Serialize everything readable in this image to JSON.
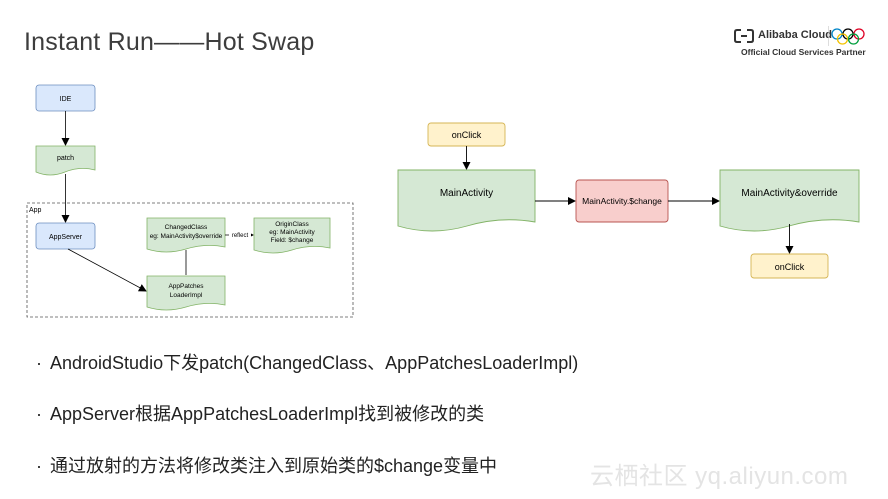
{
  "title": "Instant Run——Hot Swap",
  "logo": {
    "brand": "Alibaba Cloud",
    "tagline": "Official Cloud Services Partner"
  },
  "left_diagram": {
    "ide": "IDE",
    "patch": "patch",
    "container": "App",
    "appserver": "AppServer",
    "changed_class": [
      "ChangedClass",
      "eg: MainActivity$override"
    ],
    "reflect": "reflect",
    "origin_class": [
      "OriginClass",
      "eg: MainActivity",
      "Field: $change"
    ],
    "apppatches": [
      "AppPatches",
      "LoaderImpl"
    ]
  },
  "right_diagram": {
    "onclick_top": "onClick",
    "main_activity": "MainActivity",
    "change": "MainActivity.$change",
    "override": "MainActivity&override",
    "onclick_bottom": "onClick"
  },
  "bullets": [
    "AndroidStudio下发patch(ChangedClass、AppPatchesLoaderImpl)",
    "AppServer根据AppPatchesLoaderImpl找到被修改的类",
    "通过放射的方法将修改类注入到原始类的$change变量中"
  ],
  "watermark": "云栖社区 yq.aliyun.com",
  "colors": {
    "doc_fill": "#d5e8d4",
    "doc_stroke": "#82b366",
    "blue_fill": "#dae8fc",
    "blue_stroke": "#6c8ebf",
    "yellow_fill": "#fff2cc",
    "yellow_stroke": "#d6b656",
    "red_fill": "#f8cecc",
    "red_stroke": "#b85450"
  }
}
